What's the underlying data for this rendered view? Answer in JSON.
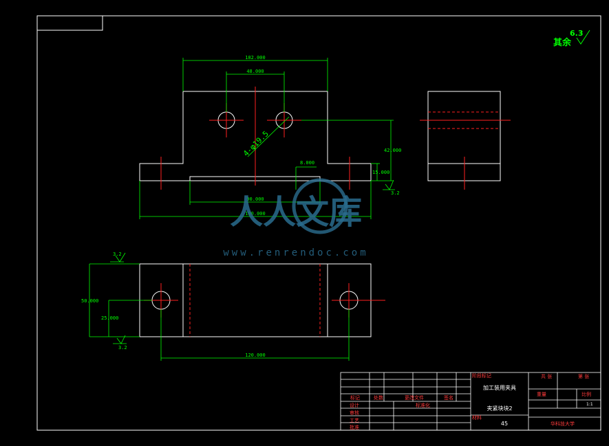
{
  "roughness_note": {
    "label": "其余",
    "value": "6.3"
  },
  "front_view": {
    "dims": {
      "overall_top": "182.000",
      "hole_spacing": "48.000",
      "hole_note": "4-φ19.5",
      "height_right": "42.000",
      "step_height": "15.000",
      "slot_depth": "8.000",
      "slot_width": "90.000",
      "overall_width": "180.000"
    },
    "roughness": "3.2"
  },
  "top_view": {
    "dims": {
      "depth": "50.000",
      "hole_offset": "25.000",
      "hole_spacing": "120.000"
    },
    "roughness_top": "3.2",
    "roughness_bottom": "3.2"
  },
  "title_block": {
    "unit_name": "加工装用夹具",
    "part_name": "夹紧块块2",
    "material": "45",
    "scale": "1:1",
    "labels": {
      "r1": "标记",
      "r2": "处数",
      "r3": "更改文件",
      "r4": "签名",
      "design": "设计",
      "check": "审核",
      "process": "工艺",
      "standard": "标准化",
      "approve": "批准",
      "weight": "重量",
      "ratio": "比例",
      "sheets": "共 张",
      "sheet_no": "第 张",
      "material_tag": "材料",
      "stage": "阶段标记",
      "school": "华科技大学"
    }
  },
  "watermark": {
    "text": "人人文库",
    "url": "www.renrendoc.com"
  }
}
